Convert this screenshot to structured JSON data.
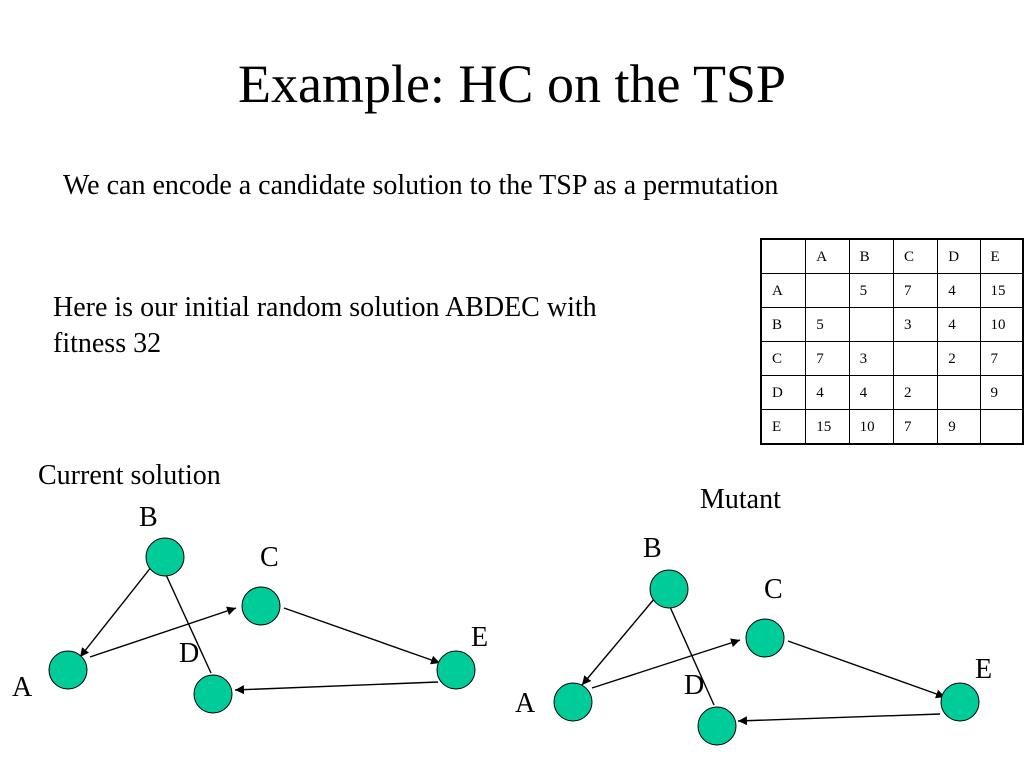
{
  "slide": {
    "title": "Example: HC on the TSP",
    "subtitle": "We can encode a candidate solution to the TSP as a permutation",
    "description_line1": "Here is our initial random solution ABDEC with",
    "description_line2": "fitness 32"
  },
  "distance_table": {
    "header": [
      "",
      "A",
      "B",
      "C",
      "D",
      "E"
    ],
    "rows": [
      [
        "A",
        "",
        "5",
        "7",
        "4",
        "15"
      ],
      [
        "B",
        "5",
        "",
        "3",
        "4",
        "10"
      ],
      [
        "C",
        "7",
        "3",
        "",
        "2",
        "7"
      ],
      [
        "D",
        "4",
        "4",
        "2",
        "",
        "9"
      ],
      [
        "E",
        "15",
        "10",
        "7",
        "9",
        ""
      ]
    ]
  },
  "current_solution": {
    "heading": "Current solution",
    "node_labels": {
      "A": "A",
      "B": "B",
      "C": "C",
      "D": "D",
      "E": "E"
    }
  },
  "mutant": {
    "heading": "Mutant",
    "node_labels": {
      "A": "A",
      "B": "B",
      "C": "C",
      "D": "D",
      "E": "E"
    }
  },
  "colors": {
    "node_fill": "#00cc99",
    "node_stroke": "#000000",
    "edge": "#000000",
    "text": "#000000",
    "background": "#ffffff"
  }
}
